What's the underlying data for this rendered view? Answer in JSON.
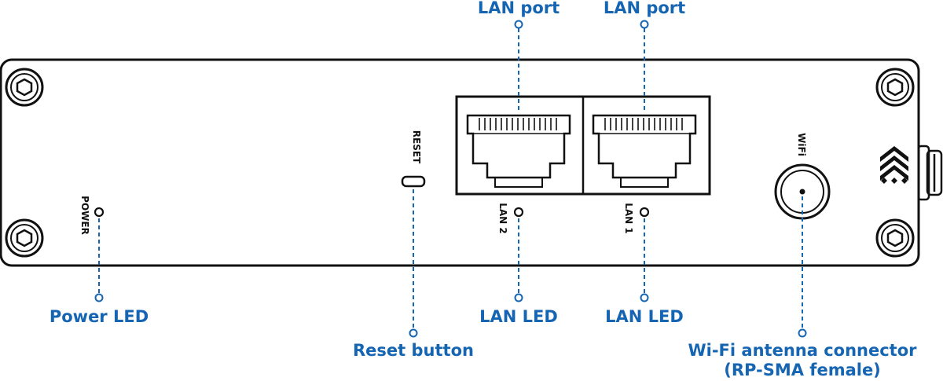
{
  "callouts": {
    "lan_port_left": "LAN port",
    "lan_port_right": "LAN port",
    "power_led": "Power LED",
    "reset_button": "Reset button",
    "lan_led_left": "LAN LED",
    "lan_led_right": "LAN LED",
    "wifi_connector_line1": "Wi-Fi antenna connector",
    "wifi_connector_line2": "(RP-SMA female)"
  },
  "panel_labels": {
    "power": "POWER",
    "reset": "RESET",
    "lan2": "LAN 2",
    "lan1": "LAN 1",
    "wifi": "WiFi"
  },
  "colors": {
    "callout": "#1565b3",
    "outline": "#111111",
    "background": "#ffffff"
  },
  "icons": [
    "hex-screw-icon",
    "brand-chevron-logo-icon",
    "rj45-port-icon",
    "sma-connector-icon"
  ]
}
